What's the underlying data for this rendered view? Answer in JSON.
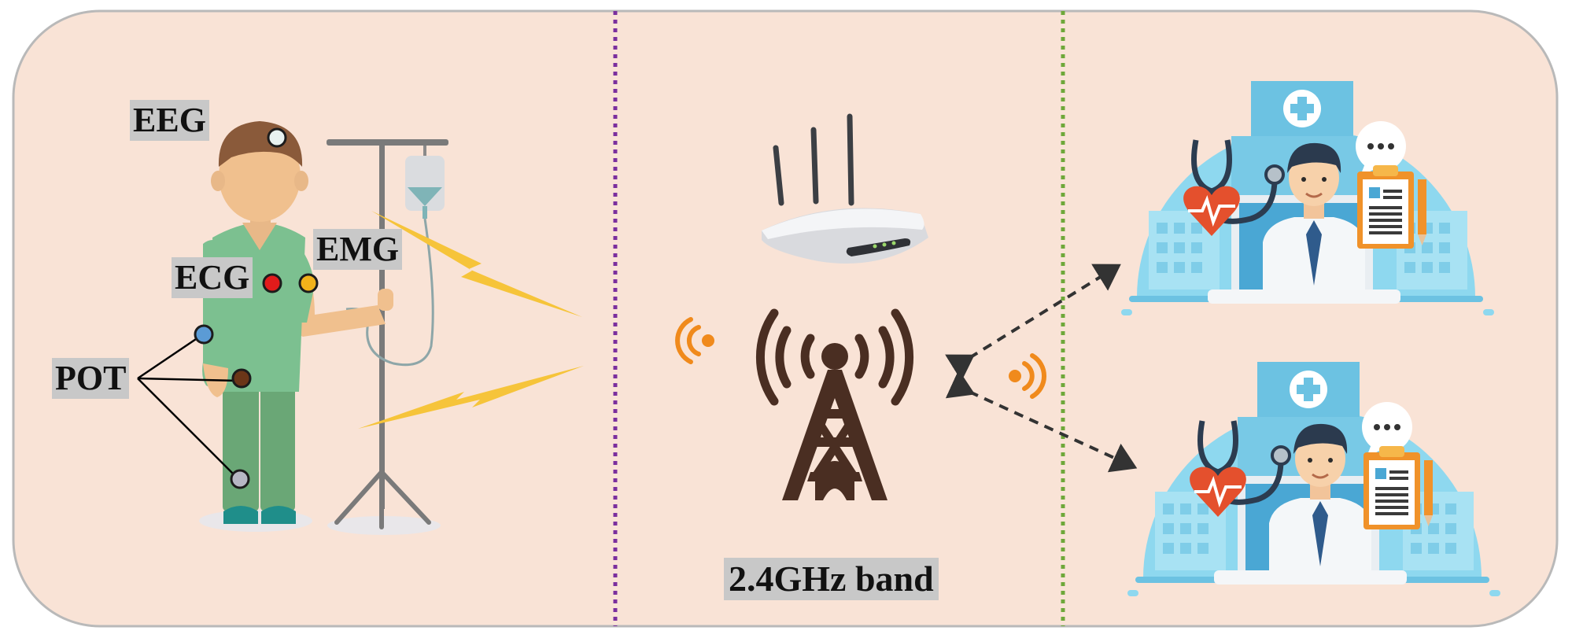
{
  "labels": {
    "eeg": "EEG",
    "ecg": "ECG",
    "emg": "EMG",
    "pot": "POT",
    "band": "2.4GHz band"
  },
  "icons": [
    "patient-icon",
    "iv-drip-stand-icon",
    "lightning-bolt-icon",
    "wifi-router-icon",
    "radio-tower-icon",
    "signal-waves-icon",
    "doctor-telemedicine-icon"
  ],
  "colors": {
    "panel_bg": "#f9e3d6",
    "panel_border": "#b9b9b9",
    "divider_left": "#7a2f9e",
    "divider_right": "#6ea83a",
    "bolt": "#f6c43a",
    "signal": "#f08a1c",
    "tower": "#4a2e22",
    "scrubs": "#6fb07c",
    "circle_bg": "#8ed8ef",
    "sensor_eeg": "#e8f2f0",
    "sensor_ecg": "#e21b1b",
    "sensor_emg": "#f2b21a",
    "sensor_pot_1": "#5b9bd5",
    "sensor_pot_2": "#6b3618",
    "sensor_pot_3": "#b7b7c4"
  }
}
